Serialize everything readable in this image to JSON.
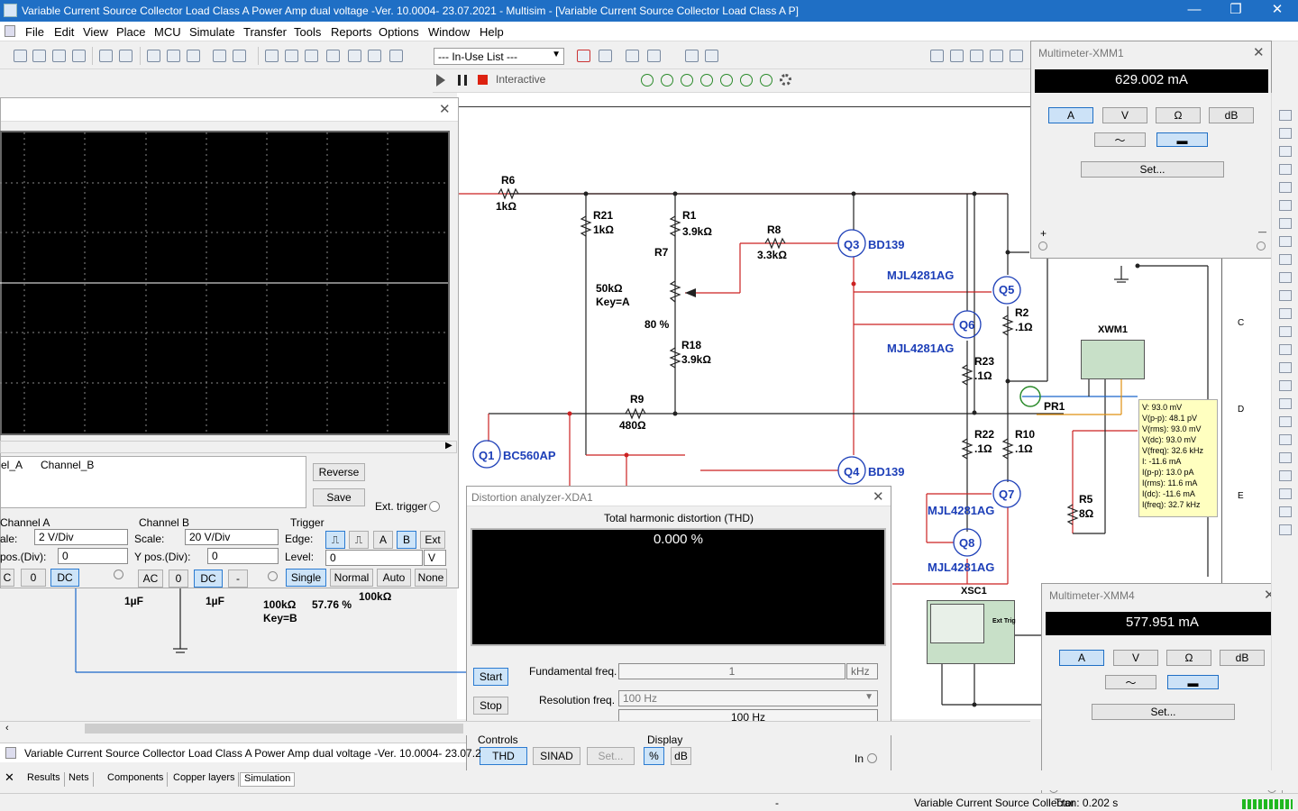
{
  "window": {
    "title": "Variable Current Source Collector Load Class A Power Amp dual voltage -Ver. 10.0004- 23.07.2021 - Multisim - [Variable Current Source Collector Load Class A P]",
    "minimize": "—",
    "restore": "❐",
    "close": "✕"
  },
  "menu": [
    "File",
    "Edit",
    "View",
    "Place",
    "MCU",
    "Simulate",
    "Transfer",
    "Tools",
    "Reports",
    "Options",
    "Window",
    "Help"
  ],
  "toolbar": {
    "inuse_list": "--- In-Use List ---",
    "interactive_label": "Interactive"
  },
  "oscilloscope": {
    "channels_header": [
      "el_A",
      "Channel_B"
    ],
    "reverse": "Reverse",
    "save": "Save",
    "ext_trigger": "Ext. trigger",
    "channel_a": {
      "title": "Channel A",
      "scale_label": "ale:",
      "scale_value": "2  V/Div",
      "ypos_label": "pos.(Div):",
      "ypos_value": "0",
      "coupling": [
        "C",
        "0",
        "DC"
      ]
    },
    "channel_b": {
      "title": "Channel B",
      "scale_label": "Scale:",
      "scale_value": "20  V/Div",
      "ypos_label": "Y pos.(Div):",
      "ypos_value": "0",
      "coupling": [
        "AC",
        "0",
        "DC",
        "-"
      ]
    },
    "trigger": {
      "title": "Trigger",
      "edge_label": "Edge:",
      "edge_buttons": [
        "A",
        "B",
        "Ext"
      ],
      "level_label": "Level:",
      "level_value": "0",
      "level_unit": "V",
      "modes": [
        "Single",
        "Normal",
        "Auto",
        "None"
      ]
    }
  },
  "distortion": {
    "title": "Distortion analyzer-XDA1",
    "thd_label": "Total harmonic distortion (THD)",
    "value": "0.000 %",
    "start": "Start",
    "stop": "Stop",
    "fund_label": "Fundamental freq.",
    "fund_value": "1",
    "fund_unit": "kHz",
    "res_label": "Resolution freq.",
    "res_value": "100 Hz",
    "res_value2": "100 Hz",
    "controls_label": "Controls",
    "display_label": "Display",
    "thd_btn": "THD",
    "sinad_btn": "SINAD",
    "set_btn": "Set...",
    "pct_btn": "%",
    "db_btn": "dB",
    "in_label": "In"
  },
  "mm1": {
    "title": "Multimeter-XMM1",
    "display": "629.002 mA",
    "buttons": [
      "A",
      "V",
      "Ω",
      "dB"
    ],
    "set": "Set...",
    "plus": "+",
    "minus": "—"
  },
  "mm4": {
    "title": "Multimeter-XMM4",
    "display": "577.951 mA",
    "buttons": [
      "A",
      "V",
      "Ω",
      "dB"
    ],
    "set": "Set...",
    "plus": "+",
    "minus": "—"
  },
  "schematic": {
    "R6": "R6",
    "R6v": "1kΩ",
    "R21": "R21",
    "R21v": "1kΩ",
    "R1": "R1",
    "R1v": "3.9kΩ",
    "R7": "R7",
    "R7v": "50kΩ",
    "R7k": "Key=A",
    "R7p": "80 %",
    "R18": "R18",
    "R18v": "3.9kΩ",
    "R8": "R8",
    "R8v": "3.3kΩ",
    "R9": "R9",
    "R9v": "480Ω",
    "Q3": "Q3",
    "Q3t": "BD139",
    "Q4": "Q4",
    "Q4t": "BD139",
    "Q1": "Q1",
    "Q1t": "BC560AP",
    "Q5": "Q5",
    "Q6": "Q6",
    "Q7": "Q7",
    "Q8": "Q8",
    "MJL1": "MJL4281AG",
    "MJL2": "MJL4281AG",
    "MJL3": "MJL4281AG",
    "MJL4": "MJL4281AG",
    "R2": "R2",
    "R2v": ".1Ω",
    "R23": "R23",
    "R23v": ".1Ω",
    "R22": "R22",
    "R22v": ".1Ω",
    "R10": "R10",
    "R10v": ".1Ω",
    "R5": "R5",
    "R5v": "8Ω",
    "XWM1": "XWM1",
    "PR1": "PR1",
    "XSC1": "XSC1",
    "C1v": "1µF",
    "C2v": "1µF",
    "Pot2v": "100kΩ",
    "Pot2k": "Key=B",
    "Pot2p": "57.76 %",
    "Pot3v": "100kΩ",
    "ruler_c": "C",
    "ruler_d": "D",
    "ruler_e": "E",
    "ext_trig": "Ext Trig"
  },
  "probe": [
    "V: 93.0 mV",
    "V(p-p): 48.1 pV",
    "V(rms): 93.0 mV",
    "V(dc): 93.0 mV",
    "V(freq): 32.6 kHz",
    "I: -11.6 mA",
    "I(p-p): 13.0 pA",
    "I(rms): 11.6 mA",
    "I(dc): -11.6 mA",
    "I(freq): 32.7 kHz"
  ],
  "description": "Variable Current Source Collector Load Class A Power Amp dual voltage -Ver. 10.0004- 23.07.2",
  "tabs": [
    "Results",
    "Nets",
    "Components",
    "Copper layers",
    "Simulation"
  ],
  "status": {
    "dash": "-",
    "file": "Variable Current Source Collector",
    "tran": "Tran: 0.202 s"
  }
}
